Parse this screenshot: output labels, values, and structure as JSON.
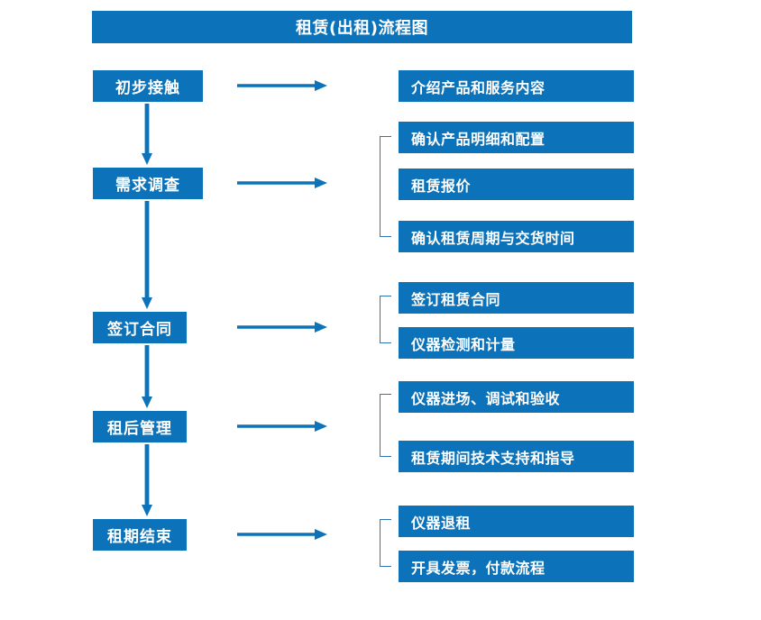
{
  "document": {
    "title": "租赁(出租)流程图",
    "type": "flowchart"
  },
  "colors": {
    "box_fill": "#0C72B9",
    "box_text": "#FFFFFF",
    "arrow": "#0C72B9",
    "bracket": "#2E75B6",
    "background": "#FFFFFF"
  },
  "stages": [
    {
      "id": "stage-1",
      "label": "初步接触"
    },
    {
      "id": "stage-2",
      "label": "需求调查"
    },
    {
      "id": "stage-3",
      "label": "签订合同"
    },
    {
      "id": "stage-4",
      "label": "租后管理"
    },
    {
      "id": "stage-5",
      "label": "租期结束"
    }
  ],
  "details": [
    {
      "id": "detail-1",
      "label": "介绍产品和服务内容"
    },
    {
      "id": "detail-2",
      "label": "确认产品明细和配置"
    },
    {
      "id": "detail-3",
      "label": "租赁报价"
    },
    {
      "id": "detail-4",
      "label": "确认租赁周期与交货时间"
    },
    {
      "id": "detail-5",
      "label": "签订租赁合同"
    },
    {
      "id": "detail-6",
      "label": "仪器检测和计量"
    },
    {
      "id": "detail-7",
      "label": "仪器进场、调试和验收"
    },
    {
      "id": "detail-8",
      "label": "租赁期间技术支持和指导"
    },
    {
      "id": "detail-9",
      "label": "仪器退租"
    },
    {
      "id": "detail-10",
      "label": "开具发票，付款流程"
    }
  ],
  "connectors": {
    "horizontal_arrows": 5,
    "vertical_arrows": 4,
    "brackets": 4
  }
}
